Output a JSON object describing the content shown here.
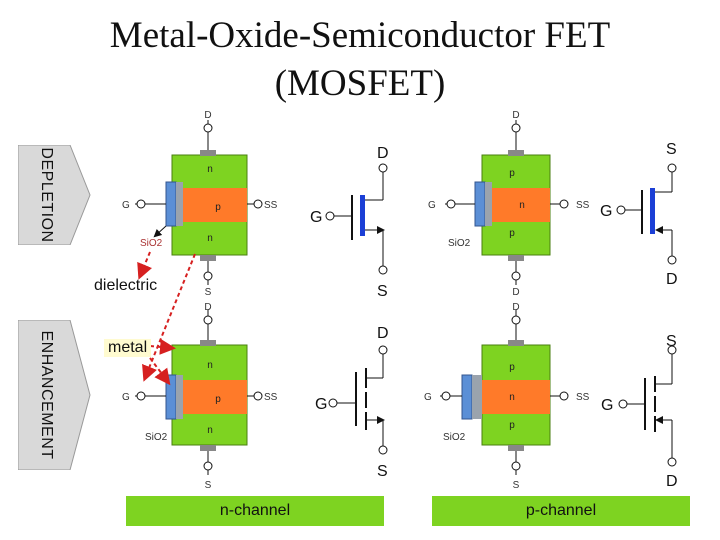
{
  "title": {
    "line1": "Metal-Oxide-Semiconductor FET",
    "line2": "(MOSFET)"
  },
  "side_labels": {
    "depletion": "DEPLETION",
    "enhancement": "ENHANCEMENT"
  },
  "annotations": {
    "dielectric": "dielectric",
    "metal": "metal"
  },
  "channel_labels": {
    "n": "n-channel",
    "p": "p-channel"
  },
  "terminals": {
    "drain": "D",
    "source": "S",
    "gate": "G",
    "substrate": "SS",
    "oxide": "SiO2"
  },
  "regions": {
    "n": "n",
    "p": "p"
  },
  "colors": {
    "semiconductor": "#7ed321",
    "doped_core": "#ff7a29",
    "oxide": "#5b8fd6",
    "channel_bar": "#1b3fd6",
    "highlight": "#7ed321",
    "arrow": "#d62020"
  }
}
